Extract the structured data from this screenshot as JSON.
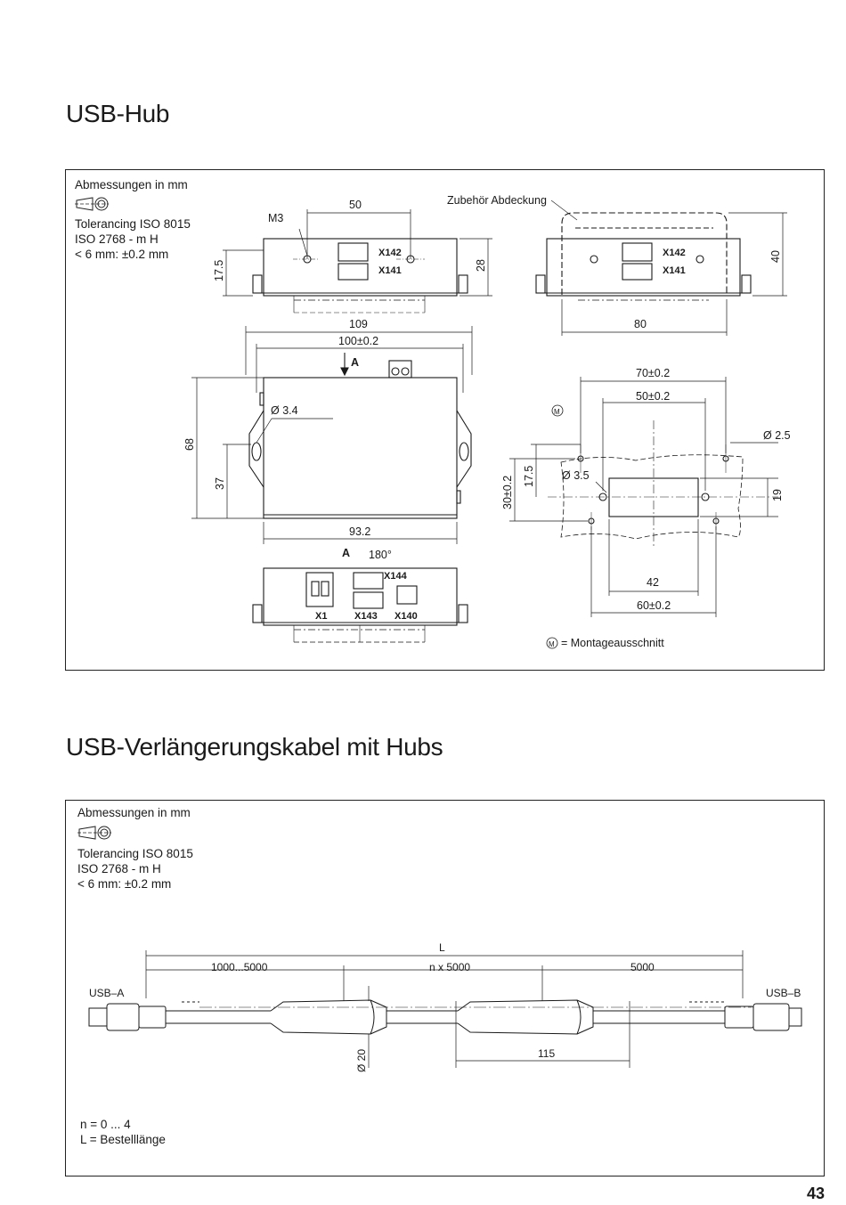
{
  "page": {
    "number": "43"
  },
  "section1": {
    "title": "USB-Hub",
    "dims_heading": "Abmessungen in mm",
    "tolerance_lines": [
      "Tolerancing ISO 8015",
      "ISO 2768 - m H",
      "< 6 mm: ±0.2 mm"
    ],
    "labels": {
      "m3": "M3",
      "d50_top": "50",
      "h17_5": "17.5",
      "h28": "28",
      "accessory_cover": "Zubehör Abdeckung",
      "h40": "40",
      "w109": "109",
      "w80": "80",
      "w100": "100±0.2",
      "view_a": "A",
      "dia3_4": "Ø 3.4",
      "h68": "68",
      "h37": "37",
      "w93_2": "93.2",
      "view_a_rot": "A",
      "rot180": "180°",
      "x142": "X142",
      "x141": "X141",
      "x144": "X144",
      "x1": "X1",
      "x143": "X143",
      "x140": "X140",
      "w70": "70±0.2",
      "w50b": "50±0.2",
      "m_mark": "M",
      "dia2_5": "Ø 2.5",
      "dia3_5": "Ø 3.5",
      "h30": "30±0.2",
      "h17_5b": "17.5",
      "h19": "19",
      "w42": "42",
      "w60": "60±0.2",
      "legend_m": "M",
      "legend_text": "= Montageausschnitt"
    }
  },
  "section2": {
    "title": "USB-Verlängerungskabel mit Hubs",
    "dims_heading": "Abmessungen in mm",
    "tolerance_lines": [
      "Toleranc­ing ISO 8015",
      "ISO 2768 - m H",
      "< 6 mm: ±0.2 mm"
    ],
    "labels": {
      "L": "L",
      "seg1": "1000...5000",
      "seg2": "n x 5000",
      "seg3": "5000",
      "usb_a": "USB–A",
      "usb_b": "USB–B",
      "dia20": "Ø 20",
      "w115": "115"
    },
    "footnotes": [
      "n = 0 ... 4",
      "L = Bestelllänge"
    ]
  }
}
